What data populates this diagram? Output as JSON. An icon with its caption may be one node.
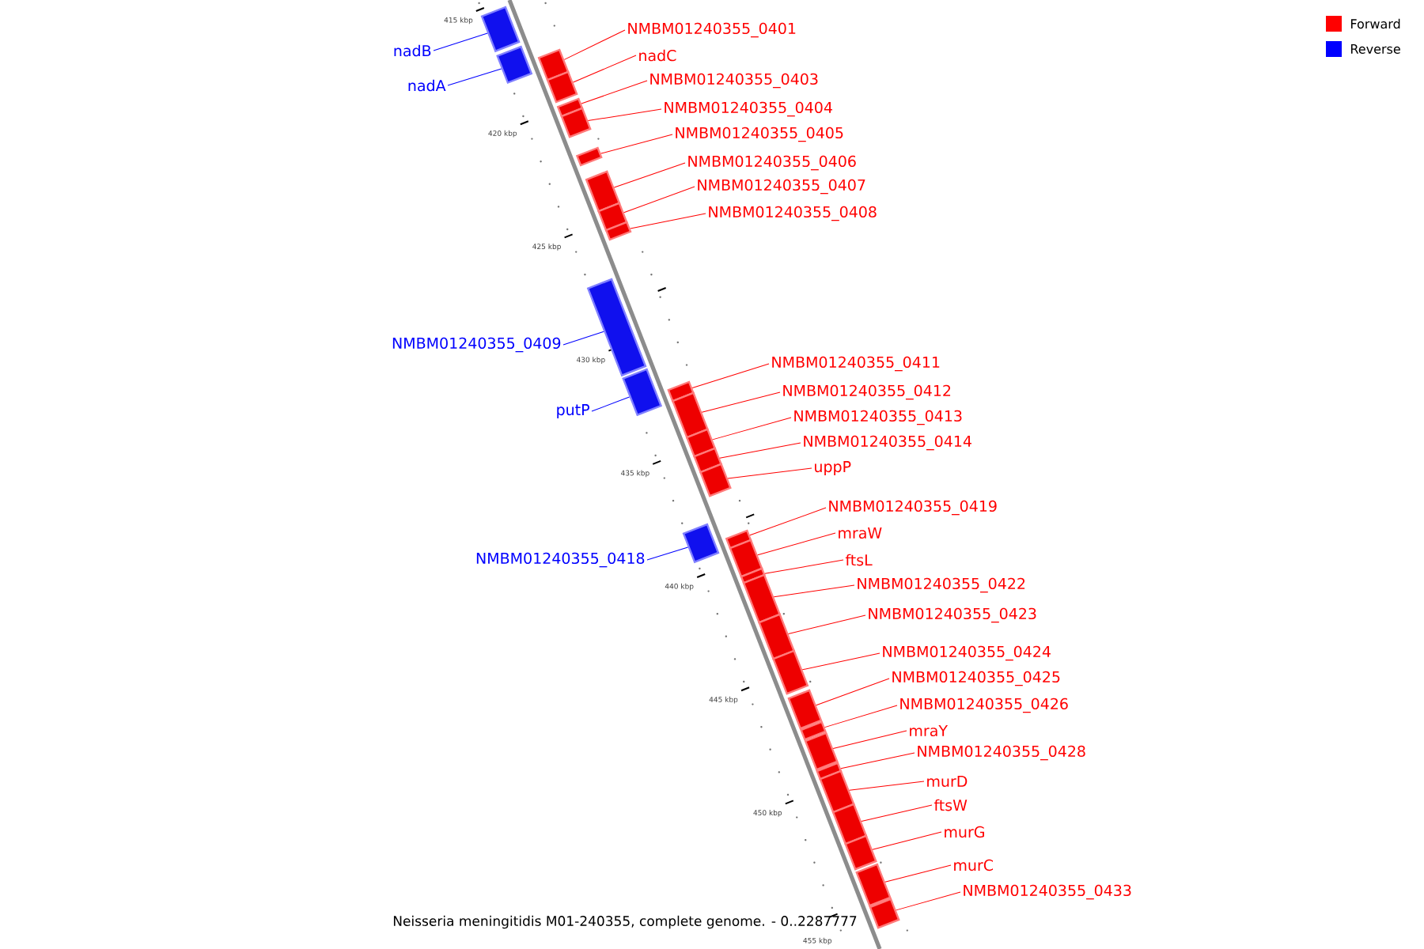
{
  "diagram": {
    "caption": "Neisseria meningitidis M01-240355, complete genome. - 0..2287777",
    "nodes": [
      {
        "text": [
          "NMBM01240355_0401"
        ]
      },
      {
        "text": [
          "nadB"
        ]
      },
      {
        "text": [
          "nadC"
        ]
      },
      {
        "text": [
          "NMBM01240355_0403"
        ]
      },
      {
        "text": [
          "nadA"
        ]
      },
      {
        "text": [
          "NMBM01240355_0404"
        ]
      },
      {
        "text": [
          "NMBM01240355_0405"
        ]
      },
      {
        "text": [
          "NMBM01240355_0406"
        ]
      },
      {
        "text": [
          "NMBM01240355_0407"
        ]
      },
      {
        "text": [
          "NMBM01240355_0408"
        ]
      },
      {
        "text": [
          "NMBM01240355_0409"
        ]
      },
      {
        "text": [
          "NMBM01240355_0411"
        ]
      },
      {
        "text": [
          "NMBM01240355_0412"
        ]
      },
      {
        "text": [
          "putP"
        ]
      },
      {
        "text": [
          "NMBM01240355_0413"
        ]
      },
      {
        "text": [
          "NMBM01240355_0414"
        ]
      },
      {
        "text": [
          "uppP"
        ]
      },
      {
        "text": [
          "NMBM01240355_0419"
        ]
      },
      {
        "text": [
          "mraW"
        ]
      },
      {
        "text": [
          "NMBM01240355_0418"
        ]
      },
      {
        "text": [
          "ftsL"
        ]
      },
      {
        "text": [
          "NMBM01240355_0422"
        ]
      },
      {
        "text": [
          "NMBM01240355_0423"
        ]
      },
      {
        "text": [
          "NMBM01240355_0424"
        ]
      },
      {
        "text": [
          "NMBM01240355_0425"
        ]
      },
      {
        "text": [
          "NMBM01240355_0426"
        ]
      },
      {
        "text": [
          "mraY"
        ]
      },
      {
        "text": [
          "NMBM01240355_0428"
        ]
      },
      {
        "text": [
          "murD"
        ]
      },
      {
        "text": [
          "ftsW"
        ]
      },
      {
        "text": [
          "murG"
        ]
      },
      {
        "text": [
          "murC"
        ]
      },
      {
        "text": [
          "NMBM01240355_0433"
        ]
      },
      {
        "text": [],
        "shape": "box"
      },
      {
        "text": [],
        "shape": "box"
      },
      {
        "text": [],
        "shape": "box"
      },
      {
        "text": [],
        "shape": "box"
      },
      {
        "text": [],
        "shape": "box"
      },
      {
        "text": [],
        "shape": "box"
      },
      {
        "text": [],
        "shape": "box"
      },
      {
        "text": [],
        "shape": "box"
      },
      {
        "text": [],
        "shape": "box"
      },
      {
        "text": [],
        "shape": "box"
      },
      {
        "text": [],
        "shape": "box"
      },
      {
        "text": [],
        "shape": "box"
      },
      {
        "text": [],
        "shape": "box"
      },
      {
        "text": [],
        "shape": "box"
      },
      {
        "text": [],
        "shape": "box"
      },
      {
        "text": [],
        "shape": "box"
      },
      {
        "text": [],
        "shape": "box"
      },
      {
        "text": [],
        "shape": "box"
      },
      {
        "text": [],
        "shape": "box"
      },
      {
        "text": [],
        "shape": "box"
      },
      {
        "text": [],
        "shape": "box"
      },
      {
        "text": [],
        "shape": "box"
      },
      {
        "text": [],
        "shape": "box"
      },
      {
        "text": [],
        "shape": "box"
      },
      {
        "text": [],
        "shape": "box"
      },
      {
        "text": [],
        "shape": "box"
      },
      {
        "text": [],
        "shape": "box"
      },
      {
        "text": [],
        "shape": "box"
      },
      {
        "text": [],
        "shape": "box"
      },
      {
        "text": [],
        "shape": "box"
      },
      {
        "text": [],
        "shape": "box"
      },
      {
        "text": [],
        "shape": "box"
      },
      {
        "text": [],
        "shape": "box"
      }
    ],
    "edges": [
      {
        "from": 0,
        "to": 33,
        "arrow": "none"
      },
      {
        "from": 1,
        "to": 34,
        "arrow": "none",
        "color": "#0000ff"
      },
      {
        "from": 2,
        "to": 35,
        "arrow": "none"
      },
      {
        "from": 3,
        "to": 36,
        "arrow": "none"
      },
      {
        "from": 4,
        "to": 37,
        "arrow": "none",
        "color": "#0000ff"
      },
      {
        "from": 5,
        "to": 38,
        "arrow": "none"
      },
      {
        "from": 6,
        "to": 39,
        "arrow": "none"
      },
      {
        "from": 7,
        "to": 40,
        "arrow": "none"
      },
      {
        "from": 8,
        "to": 41,
        "arrow": "none"
      },
      {
        "from": 9,
        "to": 42,
        "arrow": "none"
      },
      {
        "from": 10,
        "to": 43,
        "arrow": "none",
        "color": "#0000ff"
      },
      {
        "from": 11,
        "to": 44,
        "arrow": "none"
      },
      {
        "from": 12,
        "to": 45,
        "arrow": "none"
      },
      {
        "from": 13,
        "to": 46,
        "arrow": "none",
        "color": "#0000ff"
      },
      {
        "from": 14,
        "to": 47,
        "arrow": "none"
      },
      {
        "from": 15,
        "to": 48,
        "arrow": "none"
      },
      {
        "from": 16,
        "to": 49,
        "arrow": "none"
      },
      {
        "from": 17,
        "to": 50,
        "arrow": "none"
      },
      {
        "from": 18,
        "to": 51,
        "arrow": "none"
      },
      {
        "from": 19,
        "to": 52,
        "arrow": "none",
        "color": "#0000ff"
      },
      {
        "from": 20,
        "to": 53,
        "arrow": "none"
      },
      {
        "from": 21,
        "to": 54,
        "arrow": "none"
      },
      {
        "from": 22,
        "to": 55,
        "arrow": "none"
      },
      {
        "from": 23,
        "to": 56,
        "arrow": "none"
      },
      {
        "from": 24,
        "to": 57,
        "arrow": "none"
      },
      {
        "from": 25,
        "to": 58,
        "arrow": "none"
      },
      {
        "from": 26,
        "to": 59,
        "arrow": "none"
      },
      {
        "from": 27,
        "to": 60,
        "arrow": "none"
      },
      {
        "from": 28,
        "to": 61,
        "arrow": "none"
      },
      {
        "from": 29,
        "to": 62,
        "arrow": "none"
      },
      {
        "from": 30,
        "to": 63,
        "arrow": "none"
      },
      {
        "from": 31,
        "to": 64,
        "arrow": "none"
      },
      {
        "from": 32,
        "to": 65,
        "arrow": "none"
      }
    ],
    "labels": [
      "415 kbp",
      "420 kbp",
      "425 kbp",
      "430 kbp",
      "435 kbp",
      "440 kbp",
      "445 kbp",
      "450 kbp",
      "455 kbp"
    ],
    "legend": [
      {
        "text": "Forward",
        "color": "#ff0000"
      },
      {
        "text": "Reverse",
        "color": "#0000ff"
      }
    ]
  }
}
